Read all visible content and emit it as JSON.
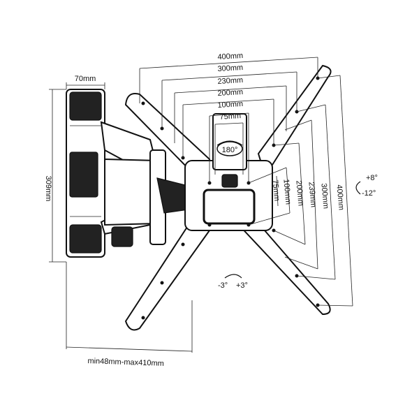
{
  "horizontal_dims": [
    "400mm",
    "300mm",
    "230mm",
    "200mm",
    "100mm",
    "75mm"
  ],
  "vertical_dims": [
    "75mm",
    "100mm",
    "200mm",
    "239mm",
    "300mm",
    "400mm"
  ],
  "wall_plate_width": "70mm",
  "wall_plate_height": "309mm",
  "extension": "min48mm-max410mm",
  "swivel": "180°",
  "tilt_up": "+8°",
  "tilt_down": "-12°",
  "rotate_left": "-3°",
  "rotate_right": "+3°"
}
